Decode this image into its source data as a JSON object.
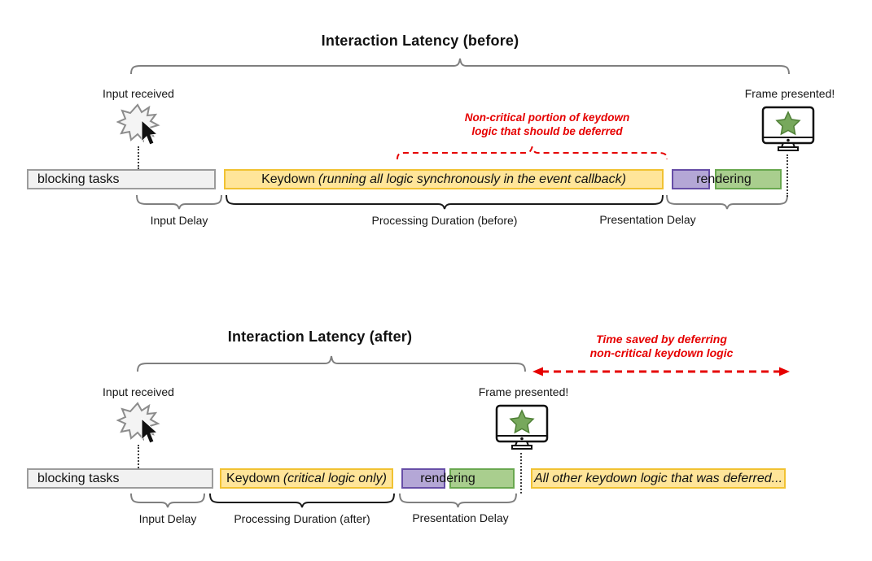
{
  "colors": {
    "annotation_red": "#e60000",
    "bar_yellow_fill": "#ffe599",
    "bar_yellow_border": "#f1c232",
    "bar_purple_fill": "#b4a7d6",
    "bar_purple_border": "#674ea7",
    "bar_green_fill": "#a9ce8e",
    "bar_green_border": "#69a84f",
    "bar_grey_fill": "#f1f1f1",
    "bar_grey_border": "#9c9c9c",
    "brace_grey": "#7f7f7f",
    "brace_black": "#1a1a1a",
    "star_green": "#77a85c"
  },
  "icons": {
    "input_icon": "input-burst-cursor-icon",
    "frame_icon": "monitor-star-icon"
  },
  "before": {
    "title": "Interaction Latency (before)",
    "input_received": "Input received",
    "frame_presented": "Frame presented!",
    "annotation_line1": "Non-critical portion of keydown",
    "annotation_line2": "logic that should be deferred",
    "bars": {
      "blocking": "blocking tasks",
      "keydown_prefix": "Keydown",
      "keydown_detail": "(running all logic synchronously in the event callback)",
      "rendering": "rendering"
    },
    "spans": {
      "input_delay": "Input Delay",
      "processing": "Processing Duration (before)",
      "presentation": "Presentation Delay"
    }
  },
  "after": {
    "title": "Interaction Latency (after)",
    "time_saved_line1": "Time saved by deferring",
    "time_saved_line2": "non-critical keydown logic",
    "input_received": "Input received",
    "frame_presented": "Frame presented!",
    "bars": {
      "blocking": "blocking tasks",
      "keydown_prefix": "Keydown",
      "keydown_detail": "(critical logic only)",
      "rendering": "rendering",
      "deferred": "All other keydown logic that was deferred..."
    },
    "spans": {
      "input_delay": "Input Delay",
      "processing": "Processing Duration (after)",
      "presentation": "Presentation Delay"
    }
  }
}
